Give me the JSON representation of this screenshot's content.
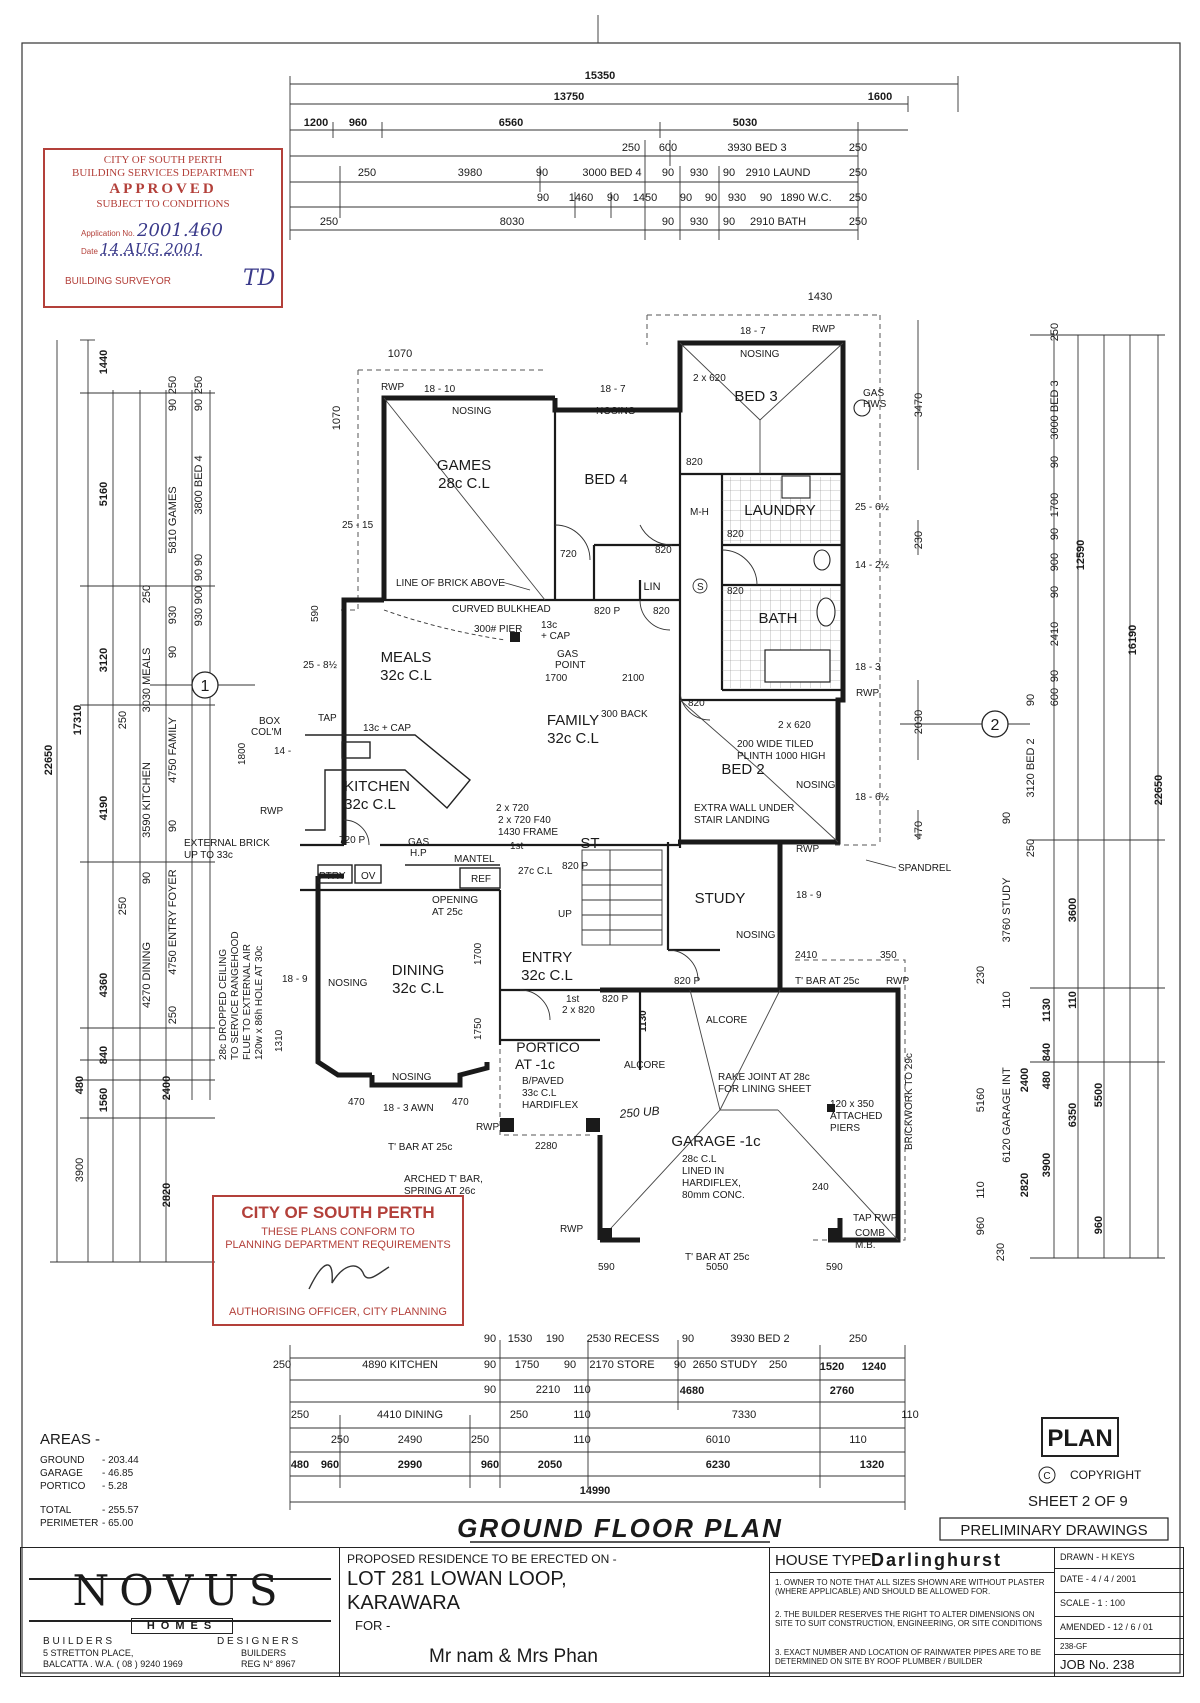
{
  "stamp_approval": {
    "line1": "CITY OF SOUTH PERTH",
    "line2": "BUILDING SERVICES DEPARTMENT",
    "line3": "APPROVED",
    "line4": "SUBJECT TO CONDITIONS",
    "application_label": "Application No.",
    "application_no": "2001.460",
    "date_label": "Date",
    "date_value": "14 AUG 2001",
    "surveyor_label": "BUILDING SURVEYOR",
    "initials": "TD"
  },
  "stamp_planning": {
    "title": "CITY OF SOUTH PERTH",
    "line1": "THESE PLANS CONFORM TO",
    "line2": "PLANNING DEPARTMENT REQUIREMENTS",
    "footer": "AUTHORISING OFFICER, CITY PLANNING"
  },
  "top_dimensions": {
    "overall": "15350",
    "row2": [
      "13750",
      "1600"
    ],
    "row3": [
      "1200",
      "960",
      "6560",
      "5030"
    ],
    "bed3_row": [
      "250",
      "600",
      "3930 BED 3",
      "250"
    ],
    "bed4_row": [
      "250",
      "3980",
      "90",
      "3000 BED 4",
      "90",
      "930",
      "90",
      "2910 LAUND",
      "250"
    ],
    "wc_row": [
      "90",
      "1460",
      "90",
      "1450",
      "90",
      "90",
      "930",
      "90",
      "1890 W.C.",
      "250"
    ],
    "bath_row": [
      "250",
      "8030",
      "90",
      "930",
      "90",
      "2910 BATH",
      "250"
    ],
    "bed3_width": "1430",
    "games_left": "1070",
    "games_side": "1070"
  },
  "left_dimensions": {
    "overall": "22650",
    "major": "17310",
    "upper": [
      "1440",
      "5160",
      "3120",
      "4190",
      "4360",
      "840",
      "1560",
      "480",
      "3900"
    ],
    "col2": [
      "250",
      "250",
      "5810 GAMES",
      "3800 BED 4",
      "90",
      "90",
      "90",
      "930",
      "90",
      "900",
      "930",
      "90",
      "250"
    ],
    "col3": [
      "3030 MEALS",
      "250",
      "4750 FAMILY",
      "3590 KITCHEN",
      "90",
      "4750 ENTRY FOYER",
      "90",
      "250",
      "4270 DINING",
      "250",
      "2400",
      "2820"
    ]
  },
  "right_dimensions": {
    "overall": "22650",
    "major": "16190",
    "mid": "12590",
    "col": [
      "250",
      "3000 BED 3",
      "90",
      "1700",
      "90",
      "900",
      "90",
      "2410",
      "90",
      "600",
      "90",
      "3120 BED 2",
      "90",
      "250",
      "3760 STUDY",
      "3600",
      "230",
      "110",
      "1130",
      "840",
      "480",
      "110",
      "2400",
      "6350",
      "5500",
      "5160",
      "6120 GARAGE INT",
      "3900",
      "2820",
      "110",
      "960",
      "960",
      "230"
    ],
    "bed3_depth": "3470",
    "bed2_depth": "2030",
    "laundry_depth": "230",
    "study_depth": "470"
  },
  "rooms": {
    "games": {
      "name": "GAMES",
      "ceiling": "28c C.L"
    },
    "bed4": {
      "name": "BED 4"
    },
    "bed3": {
      "name": "BED 3"
    },
    "laundry": {
      "name": "LAUNDRY"
    },
    "bath": {
      "name": "BATH"
    },
    "meals": {
      "name": "MEALS",
      "ceiling": "32c C.L"
    },
    "family": {
      "name": "FAMILY",
      "ceiling": "32c C.L"
    },
    "kitchen": {
      "name": "KITCHEN",
      "ceiling": "32c C.L"
    },
    "bed2": {
      "name": "BED 2"
    },
    "study": {
      "name": "STUDY"
    },
    "dining": {
      "name": "DINING",
      "ceiling": "32c C.L"
    },
    "entry": {
      "name": "ENTRY",
      "ceiling": "32c C.L"
    },
    "portico": {
      "name": "PORTICO",
      "level": "AT -1c",
      "notes": [
        "B/PAVED",
        "33c C.L",
        "HARDIFLEX"
      ]
    },
    "garage": {
      "name": "GARAGE -1c",
      "notes": [
        "28c C.L",
        "LINED IN",
        "HARDIFLEX,",
        "80mm CONC."
      ]
    },
    "st": {
      "name": "ST"
    },
    "lin": {
      "name": "LIN"
    }
  },
  "annotations": {
    "rwp": "RWP",
    "nosing": "NOSING",
    "gas_hws": [
      "GAS",
      "HWS"
    ],
    "mh": "M-H",
    "s_symbol": "S",
    "line_of_brick": "LINE OF BRICK ABOVE",
    "curved_bulkhead": "CURVED BULKHEAD",
    "pier": "300# PIER",
    "cap": [
      "13c",
      "+ CAP"
    ],
    "gas_point": [
      "GAS",
      "POINT"
    ],
    "family_dims": [
      "1700",
      "2100"
    ],
    "back": "300 BACK",
    "tiled_plinth": [
      "200 WIDE TILED",
      "PLINTH 1000 HIGH"
    ],
    "extra_wall": [
      "EXTRA WALL UNDER",
      "STAIR LANDING"
    ],
    "spandrel": "SPANDREL",
    "box_colm": [
      "BOX",
      "COL'M"
    ],
    "tap": "TAP",
    "cap13": "13c + CAP",
    "external_brick": [
      "EXTERNAL BRICK",
      "UP TO 33c"
    ],
    "gas_hp": [
      "GAS",
      "H.P"
    ],
    "mantel": "MANTEL",
    "ptry": "PTRY",
    "ov": "OV",
    "ref": "REF",
    "frame": [
      "2 x 720  F40",
      "1430 FRAME"
    ],
    "first": "1st",
    "ceiling27": "27c C.L",
    "opening": [
      "OPENING",
      "AT 25c"
    ],
    "up": "UP",
    "dropped_ceiling": [
      "28c DROPPED CEILING",
      "TO SERVICE RANGEHOOD",
      "FLUE TO EXTERNAL AIR",
      "120w x 86h HOLE AT 30c"
    ],
    "awn": "18 - 3 AWN",
    "alcore": "ALCORE",
    "rake_joint": [
      "RAKE JOINT AT 28c",
      "FOR LINING SHEET"
    ],
    "attached_piers": [
      "120 x 350",
      "ATTACHED",
      "PIERS"
    ],
    "brickwork": "BRICKWORK TO 29c",
    "tbar": "T' BAR AT 25c",
    "arched": [
      "ARCHED T' BAR,",
      "SPRING AT 26c"
    ],
    "tap_rwp": "TAP  RWP",
    "comb": [
      "COMB",
      "M.B."
    ],
    "handwritten": "250 UB",
    "courses": [
      "18 - 10",
      "18 - 7",
      "18 - 7",
      "25 - 15",
      "25 - 8½",
      "25 - 6½",
      "14 - 2½",
      "18 - 3",
      "18 - 6½",
      "18 - 9",
      "18 - 9",
      "14 -"
    ],
    "openings": [
      "2 x\n620",
      "820",
      "720",
      "820",
      "820",
      "820 P",
      "820",
      "820",
      "820",
      "2 x\n620",
      "720 P",
      "820 P",
      "820 P",
      "820 P",
      "2 x\n820",
      "2 x 720",
      "1310",
      "1800",
      "1700",
      "1750",
      "1130",
      "590",
      "470",
      "470",
      "2280",
      "2410",
      "350",
      "240",
      "590",
      "5050",
      "590"
    ],
    "section_marks": [
      "1",
      "2"
    ]
  },
  "bottom_dimensions": {
    "row1": [
      "90",
      "1530",
      "190",
      "2530 RECESS",
      "90",
      "3930 BED 2",
      "250"
    ],
    "row2": [
      "250",
      "4890 KITCHEN",
      "90",
      "1750",
      "90",
      "2170 STORE",
      "90",
      "2650 STUDY",
      "250",
      "1520",
      "1240"
    ],
    "row3": [
      "90",
      "2210",
      "110",
      "4680",
      "2760"
    ],
    "row4": [
      "250",
      "4410 DINING",
      "250",
      "110",
      "7330",
      "110"
    ],
    "row5": [
      "250",
      "2490",
      "250",
      "110",
      "6010",
      "110"
    ],
    "row6": [
      "480",
      "960",
      "2990",
      "960",
      "2050",
      "6230",
      "1320"
    ],
    "overall": "14990"
  },
  "areas": {
    "title": "AREAS -",
    "rows": [
      {
        "label": "GROUND",
        "value": "- 203.44"
      },
      {
        "label": "GARAGE",
        "value": "- 46.85"
      },
      {
        "label": "PORTICO",
        "value": "- 5.28"
      }
    ],
    "total_label": "TOTAL",
    "total_value": "- 255.57",
    "perimeter_label": "PERIMETER",
    "perimeter_value": "- 65.00"
  },
  "sheet": {
    "plan_badge": "PLAN",
    "copyright": "COPYRIGHT",
    "copyright_symbol": "C",
    "sheet_no": "SHEET  2  OF  9",
    "title": "GROUND  FLOOR  PLAN",
    "stage": "PRELIMINARY DRAWINGS"
  },
  "title_block": {
    "brand_name": "NOVUS",
    "brand_sub": "HOMES",
    "builders": "B U I L D E R S",
    "designers": "D E S I G N E R S",
    "address": [
      "5 STRETTON PLACE,",
      "BALCATTA . W.A. ( 08 ) 9240 1969"
    ],
    "builders_reg": [
      "BUILDERS",
      "REG  N° 8967"
    ],
    "proposed": "PROPOSED RESIDENCE TO BE ERECTED ON -",
    "lot": "LOT 281 LOWAN LOOP,",
    "suburb": "KARAWARA",
    "for": "FOR -",
    "client": "Mr  nam & Mrs Phan",
    "house_type_label": "HOUSE TYPE:",
    "house_type": "Darlinghurst",
    "notes": [
      "1. OWNER TO NOTE THAT ALL SIZES SHOWN ARE WITHOUT PLASTER (WHERE APPLICABLE) AND SHOULD BE ALLOWED FOR.",
      "2. THE BUILDER RESERVES THE RIGHT TO ALTER DIMENSIONS ON SITE TO SUIT CONSTRUCTION, ENGINEERING, OR SITE CONDITIONS",
      "3. EXACT NUMBER AND LOCATION OF RAINWATER PIPES ARE TO BE DETERMINED ON SITE BY ROOF PLUMBER / BUILDER"
    ],
    "drawn": "DRAWN -  H KEYS",
    "date": "DATE -  4 / 4 / 2001",
    "scale": "SCALE -  1 : 100",
    "amended": "AMENDED -  12 / 6 / 01",
    "ref": "238-GF",
    "job": "JOB No. 238"
  }
}
